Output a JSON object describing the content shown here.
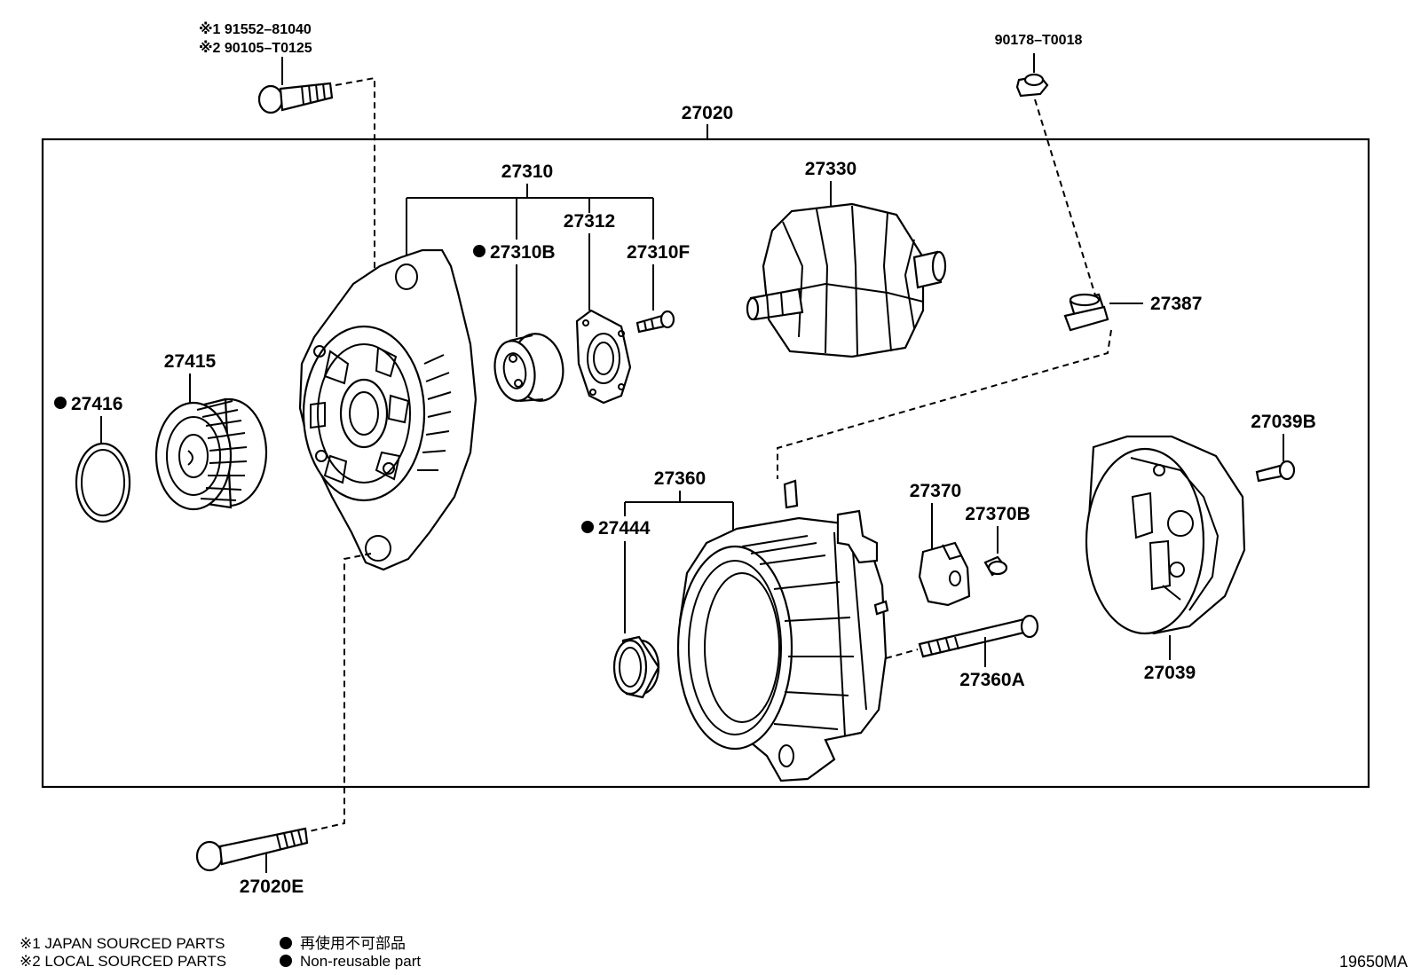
{
  "assembly": {
    "part_no": "27020"
  },
  "labels": {
    "p27310": "27310",
    "p27310B": "27310B",
    "p27312": "27312",
    "p27310F": "27310F",
    "p27330": "27330",
    "p27387": "27387",
    "p27415": "27415",
    "p27416": "27416",
    "p27360": "27360",
    "p27444": "27444",
    "p27370": "27370",
    "p27370B": "27370B",
    "p27039B": "27039B",
    "p27039": "27039",
    "p27360A": "27360A",
    "p27020E": "27020E",
    "p90178": "90178–T0018",
    "bolt_top_1": "※1  91552–81040",
    "bolt_top_2": "※2  90105–T0125"
  },
  "legend": {
    "note1": "※1 JAPAN SOURCED PARTS",
    "note2": "※2 LOCAL SOURCED PARTS",
    "dot_jp": "再使用不可部品",
    "dot_en": "Non-reusable part"
  },
  "diagram_code": "19650MA",
  "colors": {
    "ink": "#000000",
    "paper": "#ffffff"
  }
}
